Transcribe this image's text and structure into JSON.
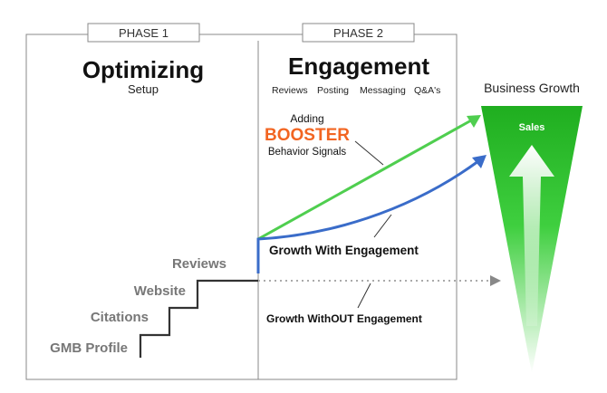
{
  "phases": [
    {
      "label": "PHASE 1",
      "title": "Optimizing",
      "subtitle": "Setup"
    },
    {
      "label": "PHASE 2",
      "title": "Engagement",
      "subtitle": ""
    }
  ],
  "engagement_items": [
    "Reviews",
    "Posting",
    "Messaging",
    "Q&A's"
  ],
  "steps": [
    "GMB Profile",
    "Citations",
    "Website",
    "Reviews"
  ],
  "booster": {
    "line1": "Adding",
    "highlight": "BOOSTER",
    "line2": "Behavior Signals"
  },
  "paths": {
    "with_engagement": "Growth With Engagement",
    "without_engagement": "Growth WithOUT Engagement"
  },
  "funnel": {
    "title": "Business Growth",
    "label": "Sales"
  },
  "colors": {
    "booster_orange": "#f26522",
    "green_line": "#4fce4f",
    "blue_line": "#3a6cc9",
    "funnel_green": "#27b827",
    "frame": "#888888",
    "dotted": "#aaaaaa",
    "step_text": "#777777"
  },
  "icons": [
    "arrow-icon",
    "up-arrow-icon"
  ]
}
